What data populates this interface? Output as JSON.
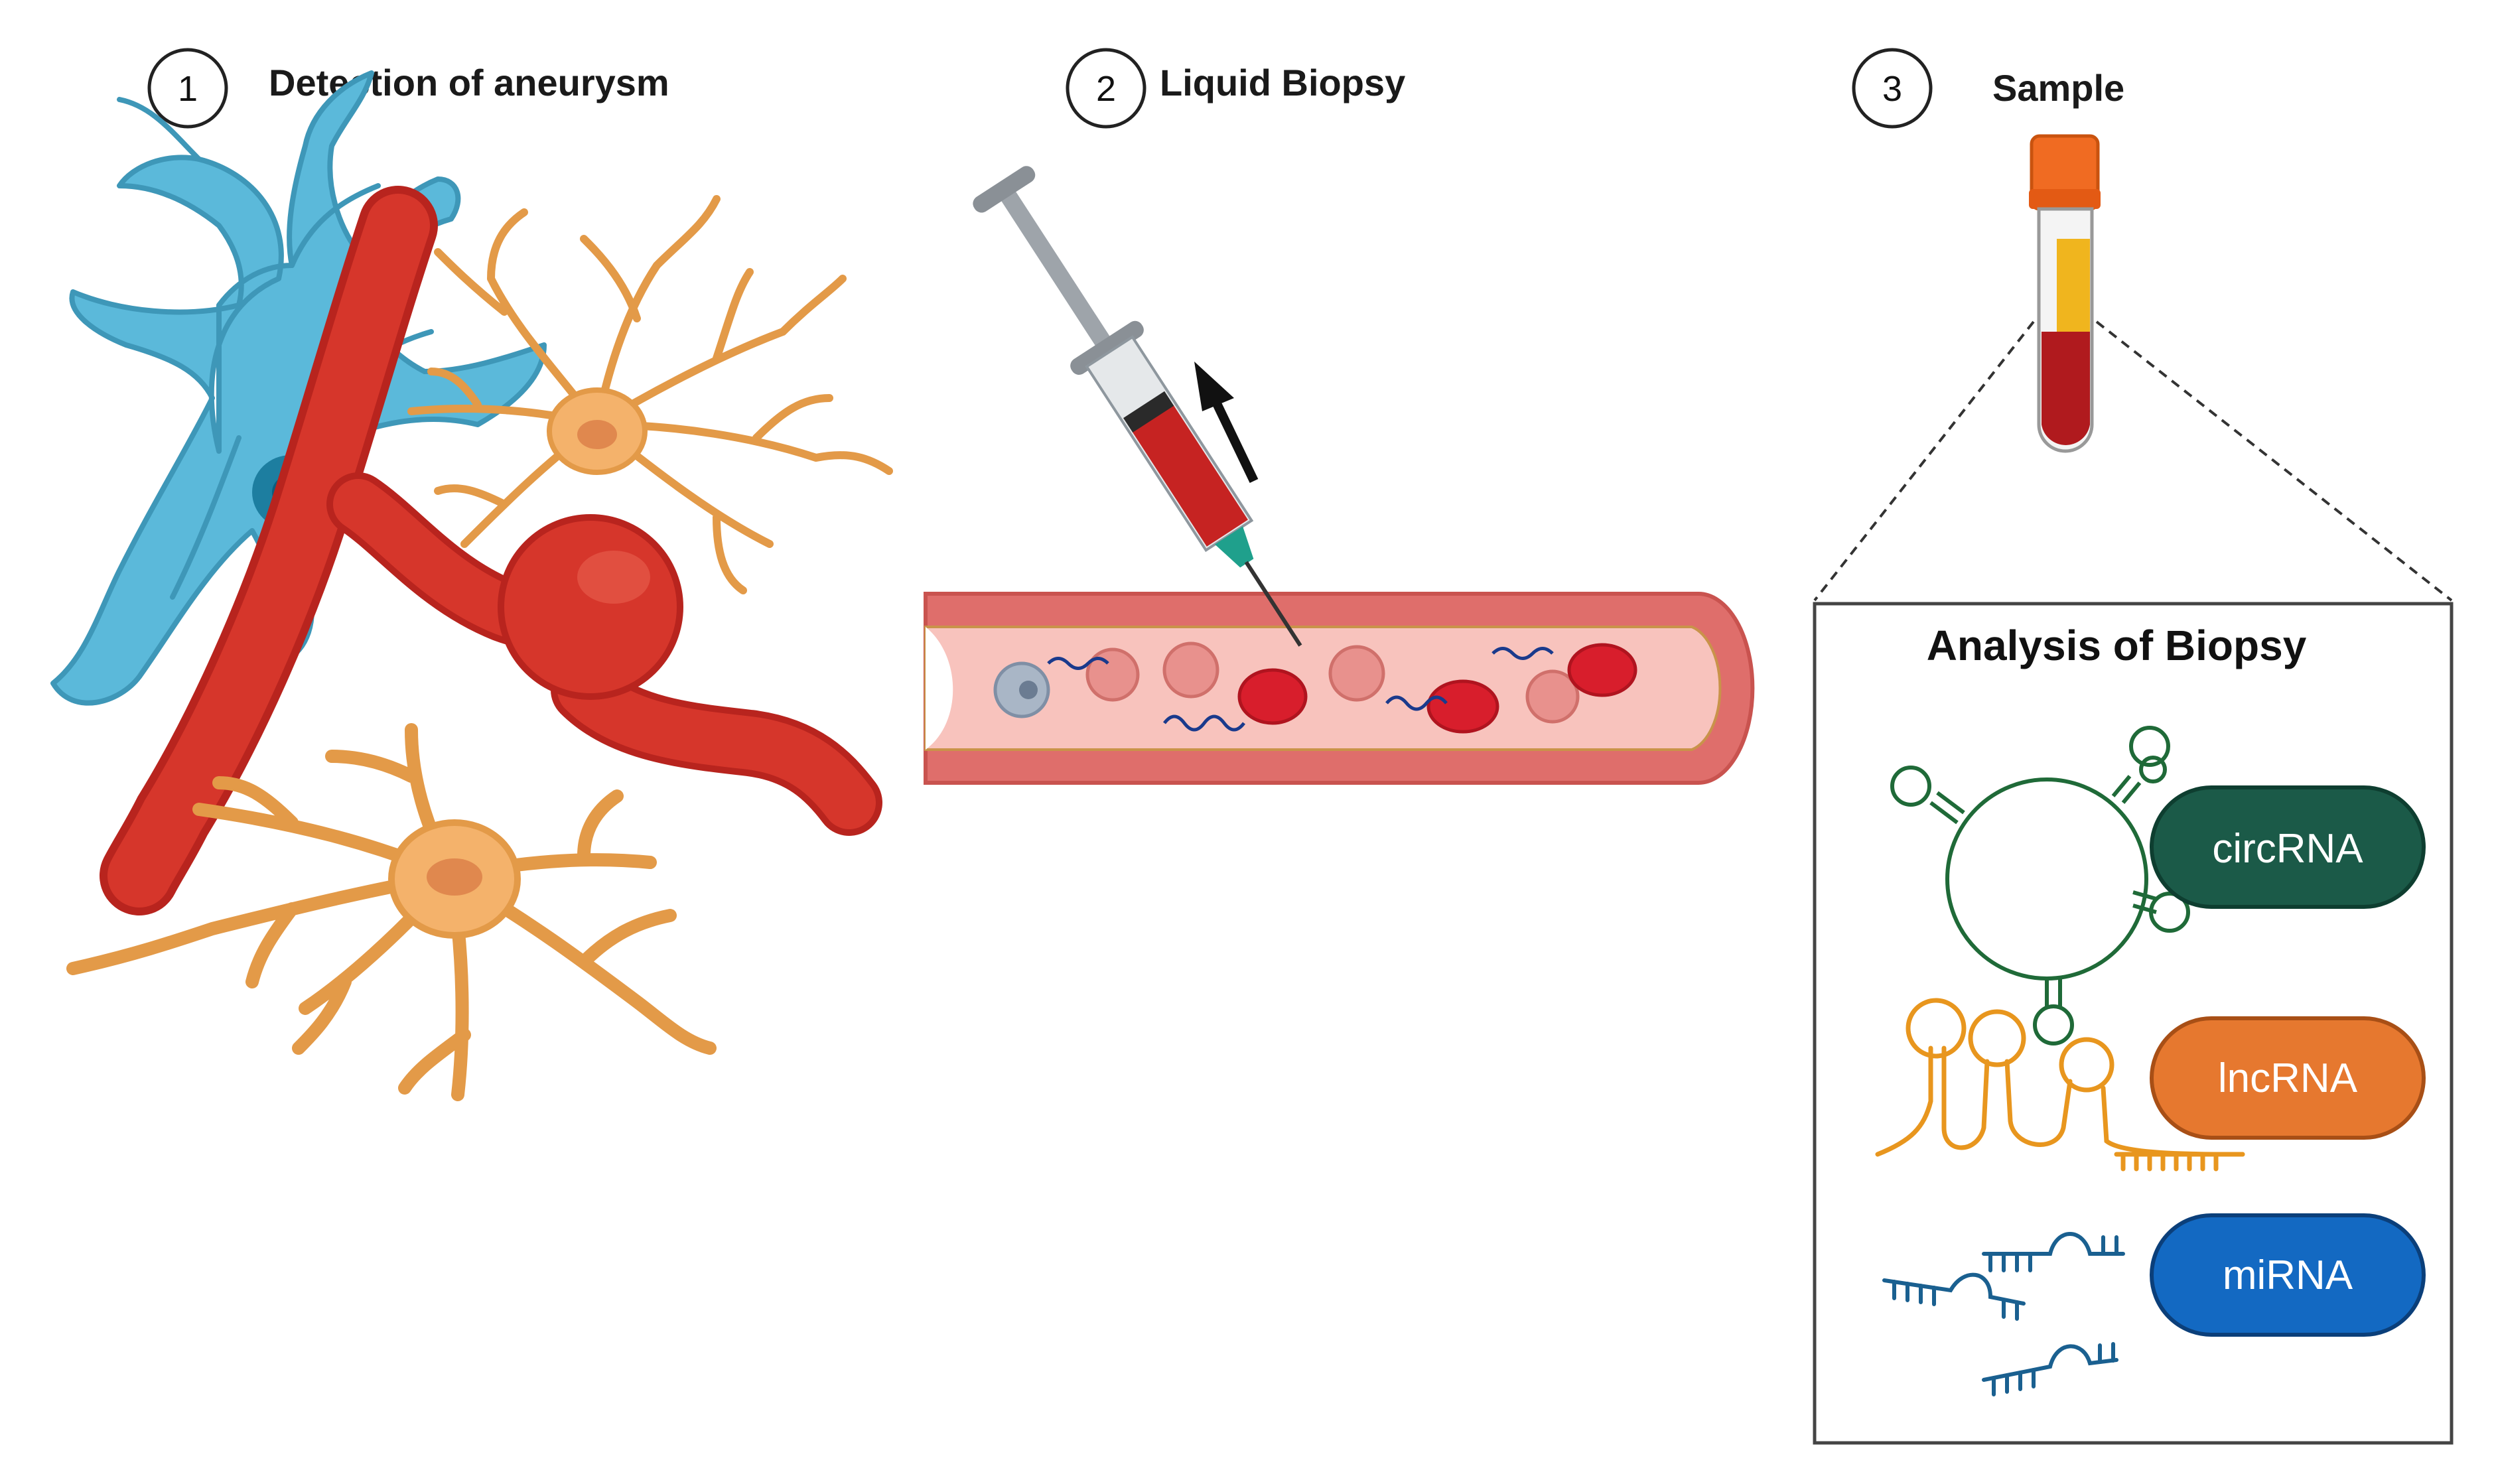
{
  "steps": [
    {
      "number": "1",
      "label": "Detection of aneurysm"
    },
    {
      "number": "2",
      "label": "Liquid Biopsy"
    },
    {
      "number": "3",
      "label": "Sample"
    }
  ],
  "analysis": {
    "title": "Analysis of Biopsy",
    "rna_types": [
      {
        "label": "circRNA",
        "color": "#1b5a48",
        "structure_color": "#1f6a38"
      },
      {
        "label": "lncRNA",
        "color": "#e6782f",
        "structure_color": "#e8961e"
      },
      {
        "label": "miRNA",
        "color": "#1369c2",
        "structure_color": "#1a6090"
      }
    ]
  },
  "colors": {
    "astrocyte_blue": "#5bb9da",
    "neuron_orange": "#f4b26b",
    "vessel_red": "#d6362b",
    "vessel_wall": "#e0706e",
    "plasma": "#f8c3bd",
    "serum_yellow": "#f0b51e",
    "cap_orange": "#f06b22"
  }
}
